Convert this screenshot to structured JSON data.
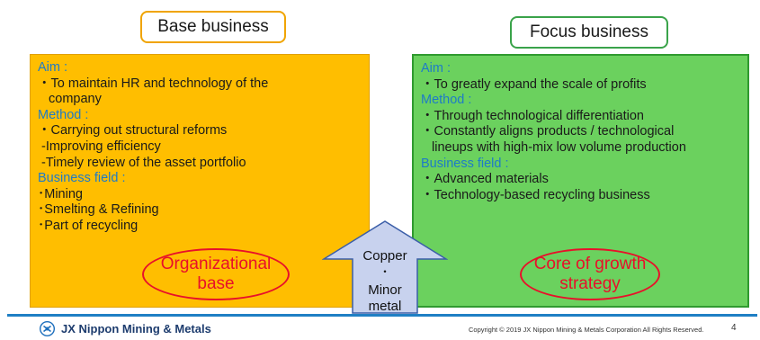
{
  "base": {
    "heading": "Base business",
    "aim_label": "Aim :",
    "aim_line1": "・To maintain HR and technology of the",
    "aim_line2": "company",
    "method_label": "Method :",
    "method_line1": "・Carrying out structural reforms",
    "method_line2": "-Improving efficiency",
    "method_line3": "-Timely review of the asset portfolio",
    "field_label": "Business field :",
    "fields": [
      "･Mining",
      "･Smelting & Refining",
      "･Part of recycling"
    ],
    "ellipse_line1": "Organizational",
    "ellipse_line2": "base"
  },
  "focus": {
    "heading": "Focus business",
    "aim_label": "Aim :",
    "aim_line1": "・To greatly expand the scale of profits",
    "method_label": "Method :",
    "method_line1": "・Through technological differentiation",
    "method_line2": "・Constantly aligns products / technological",
    "method_line3": "lineups with high-mix low volume production",
    "field_label": "Business field :",
    "fields": [
      "・Advanced materials",
      "・Technology-based recycling business"
    ],
    "ellipse_line1": "Core of growth",
    "ellipse_line2": "strategy"
  },
  "arrow": {
    "line1": "Copper",
    "line2": "・",
    "line3": "Minor",
    "line4": "metal"
  },
  "footer": {
    "logo_text": "JX Nippon Mining & Metals",
    "copyright": "Copyright © 2019 JX Nippon Mining & Metals Corporation  All Rights Reserved.",
    "page_number": "4"
  },
  "colors": {
    "base_panel": "#ffbe00",
    "focus_panel": "#6bd15e",
    "label_blue": "#1e7bc7",
    "ellipse_red": "#e8102a",
    "arrow_fill": "#c8d2ee",
    "divider_blue": "#1f7fc4"
  }
}
